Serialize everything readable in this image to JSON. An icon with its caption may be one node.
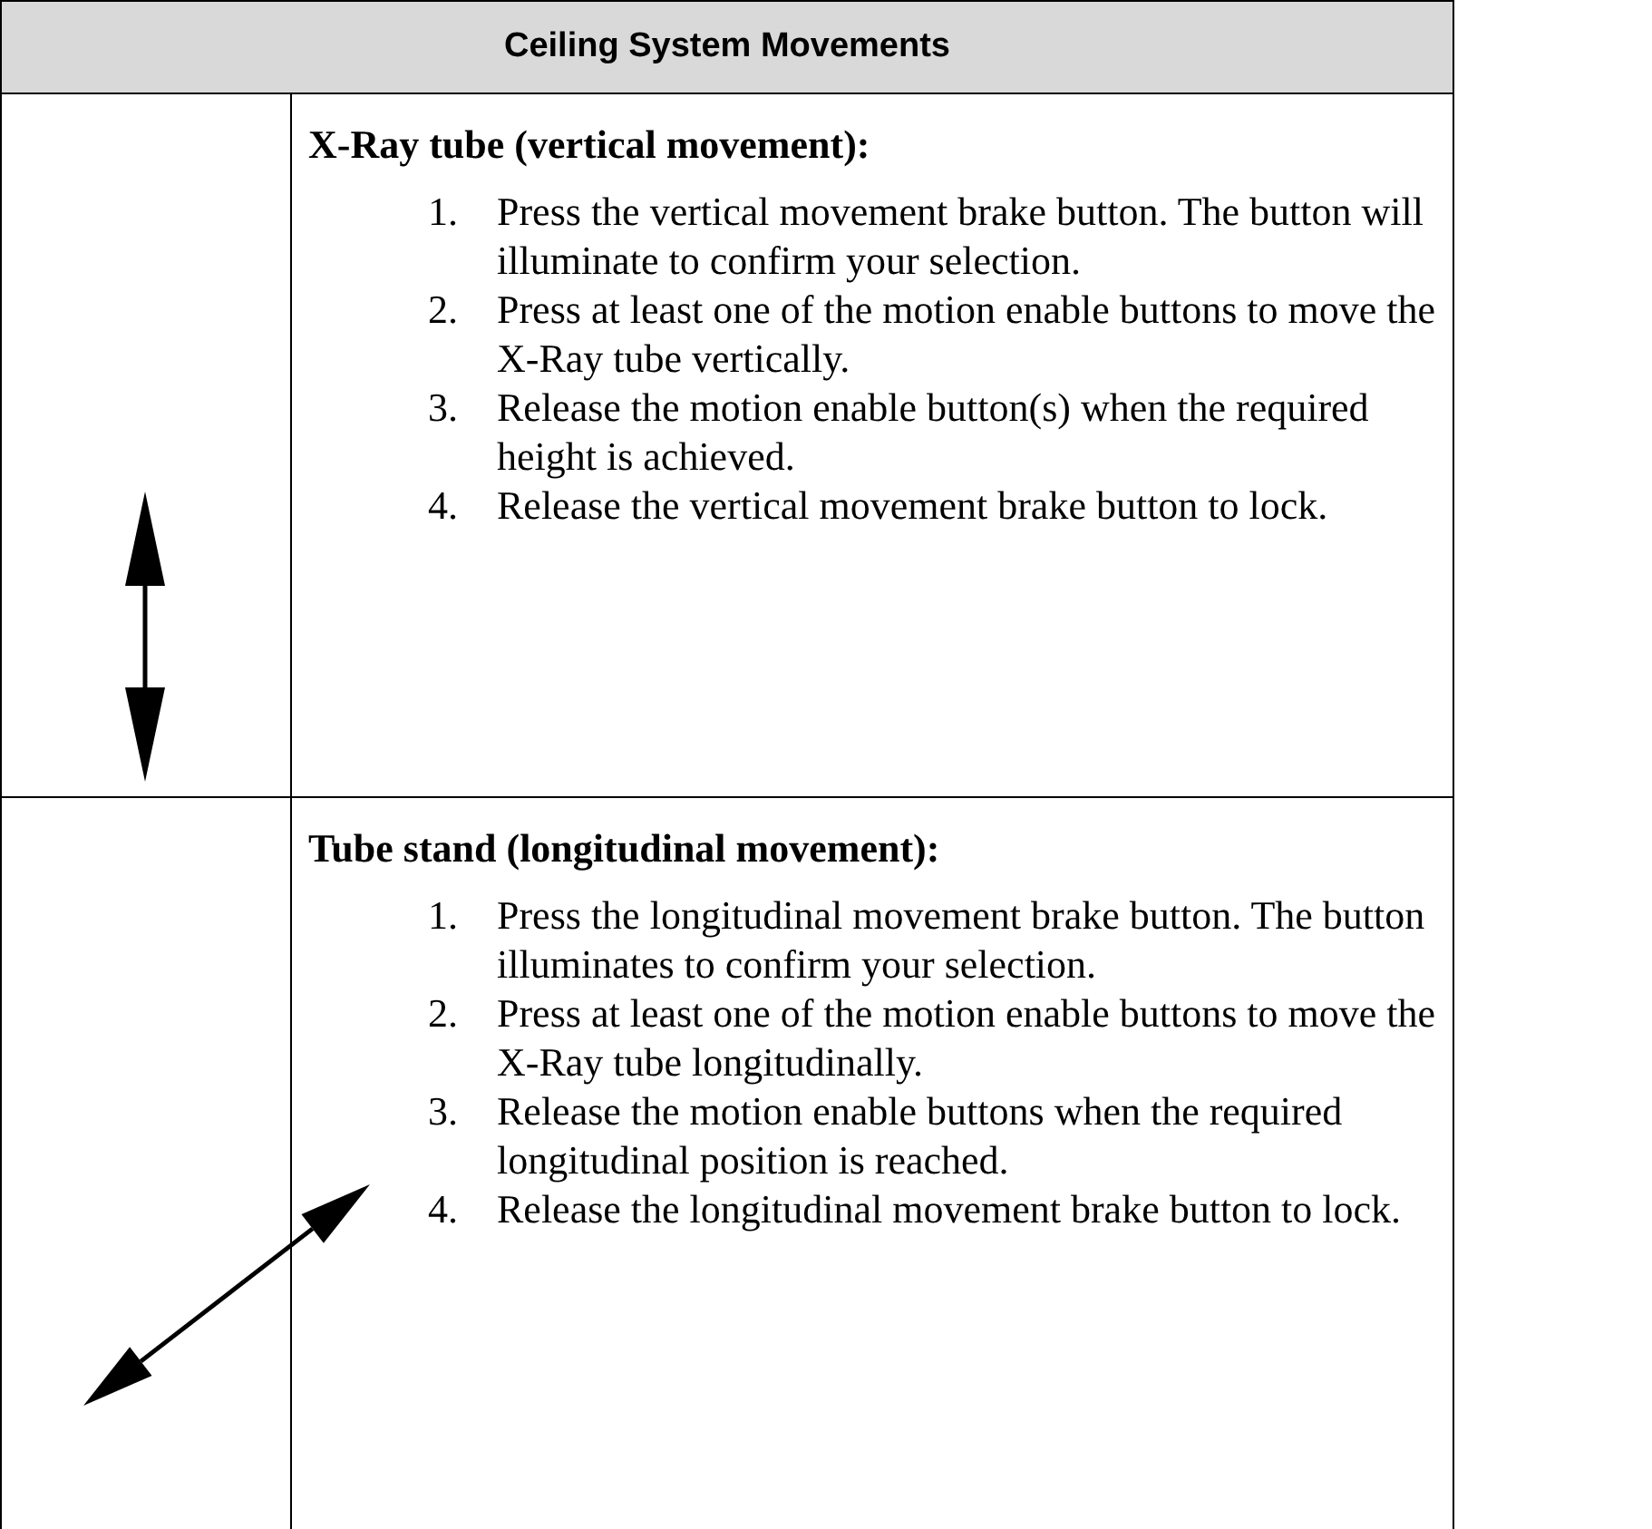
{
  "diagram": {
    "title": "Ceiling System Movements",
    "labels": [
      "X-Ray tube (vertical movement):",
      "1.",
      "Press the vertical movement brake button. The button will illuminate to confirm your selection.",
      "2.",
      "Press at least one of the motion enable buttons to move the X-Ray tube vertically.",
      "3.",
      "Release the motion enable button(s) when the required height is achieved.",
      "4.",
      "Release the vertical movement brake button to lock.",
      "Tube stand (longitudinal movement):",
      "1.",
      "Press the longitudinal movement brake button. The button illuminates to confirm your selection.",
      "2.",
      "Press at least one of the motion enable buttons to move the X-Ray tube longitudinally.",
      "3.",
      "Release the motion enable buttons when the required longitudinal position is reached.",
      "4.",
      "Release the longitudinal movement brake button to lock."
    ]
  }
}
